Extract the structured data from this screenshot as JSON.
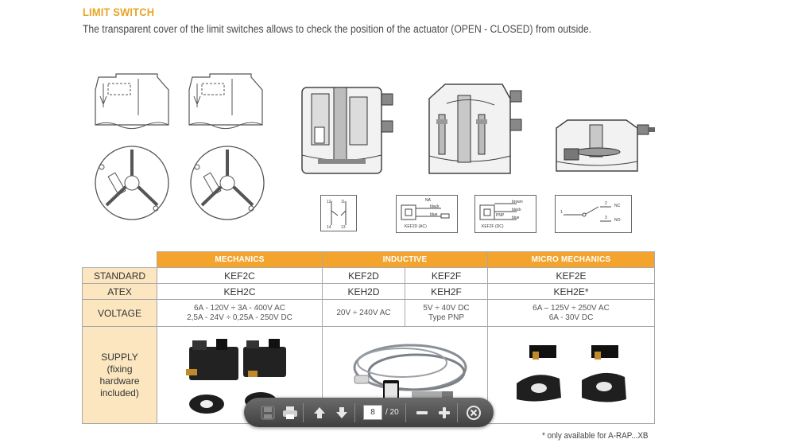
{
  "heading": {
    "title": "LIMIT SWITCH",
    "subtitle": "The transparent cover of the limit switches allows to check the position of the actuator (OPEN - CLOSED) from outside."
  },
  "diagram_labels": {
    "kef2d_caption": "KEF2D (AC)",
    "kef2f_caption": "KEF2F (DC)",
    "na": "NA",
    "black": "black",
    "blue": "blue",
    "brown": "brown",
    "nc": "NC",
    "no": "NO",
    "pnp": "PNP",
    "c1": "1",
    "c2": "2",
    "c3": "3"
  },
  "table": {
    "groups": [
      "MECHANICS",
      "INDUCTIVE",
      "MICRO MECHANICS"
    ],
    "rows": {
      "standard": {
        "label": "STANDARD",
        "mech": "KEF2C",
        "ind1": "KEF2D",
        "ind2": "KEF2F",
        "micro": "KEF2E"
      },
      "atex": {
        "label": "ATEX",
        "mech": "KEH2C",
        "ind1": "KEH2D",
        "ind2": "KEH2F",
        "micro": "KEH2E*"
      },
      "voltage": {
        "label": "VOLTAGE",
        "mech_l1": "6A - 120V ÷ 3A - 400V AC",
        "mech_l2": "2,5A - 24V ÷ 0,25A - 250V DC",
        "ind1": "20V ÷ 240V AC",
        "ind2_l1": "5V ÷ 40V DC",
        "ind2_l2": "Type PNP",
        "micro_l1": "6A – 125V ÷ 250V AC",
        "micro_l2": "6A - 30V DC"
      },
      "supply": {
        "label_l1": "SUPPLY",
        "label_l2": "(fixing",
        "label_l3": "hardware",
        "label_l4": "included)"
      }
    }
  },
  "footnote": "* only available for A-RAP...XB",
  "toolbar": {
    "page_current": "8",
    "page_total": "/ 20"
  },
  "colors": {
    "accent": "#f4a42c",
    "title": "#e8a427",
    "row_label_bg": "#fbe6c0",
    "toolbar_bg": "#4f4f4f"
  }
}
